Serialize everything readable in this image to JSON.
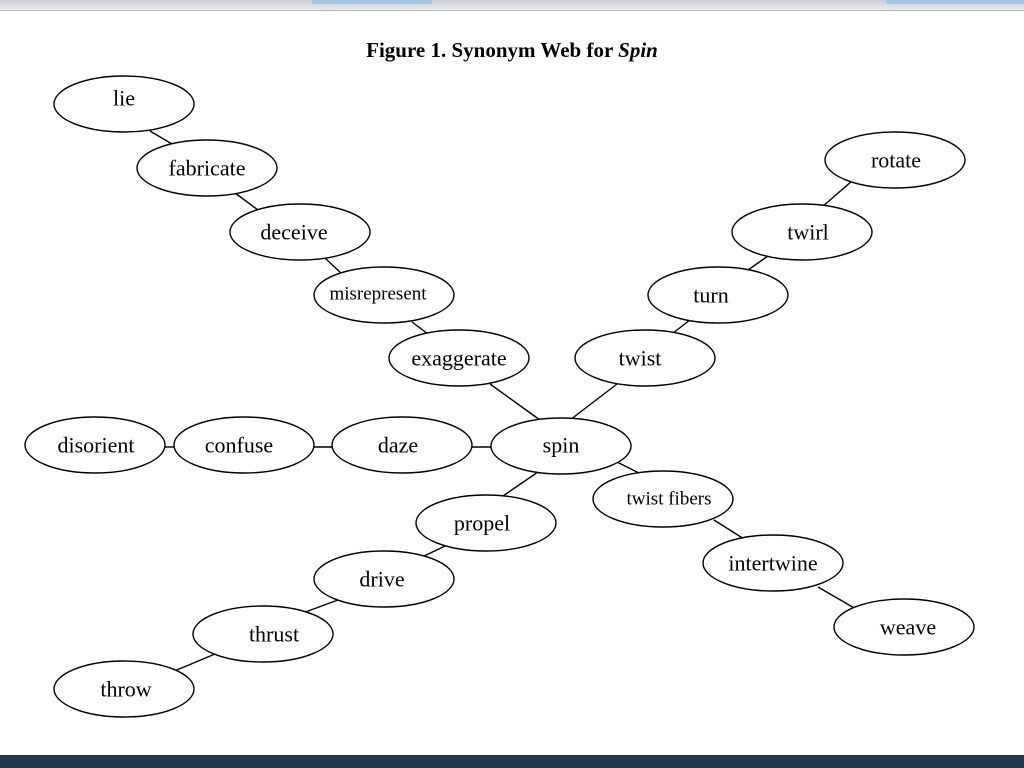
{
  "title": {
    "prefix": "Figure 1. Synonym Web for ",
    "emphasis": "Spin"
  },
  "colors": {
    "ink": "#000000",
    "background": "#ffffff",
    "bottom_bar": "#1f3a4a"
  },
  "nodes": {
    "lie": "lie",
    "fabricate": "fabricate",
    "deceive": "deceive",
    "misrepresent": "misrepresent",
    "exaggerate": "exaggerate",
    "spin": "spin",
    "twist": "twist",
    "turn": "turn",
    "twirl": "twirl",
    "rotate": "rotate",
    "disorient": "disorient",
    "confuse": "confuse",
    "daze": "daze",
    "twist_fibers": "twist fibers",
    "intertwine": "intertwine",
    "weave": "weave",
    "propel": "propel",
    "drive": "drive",
    "thrust": "thrust",
    "throw": "throw"
  }
}
